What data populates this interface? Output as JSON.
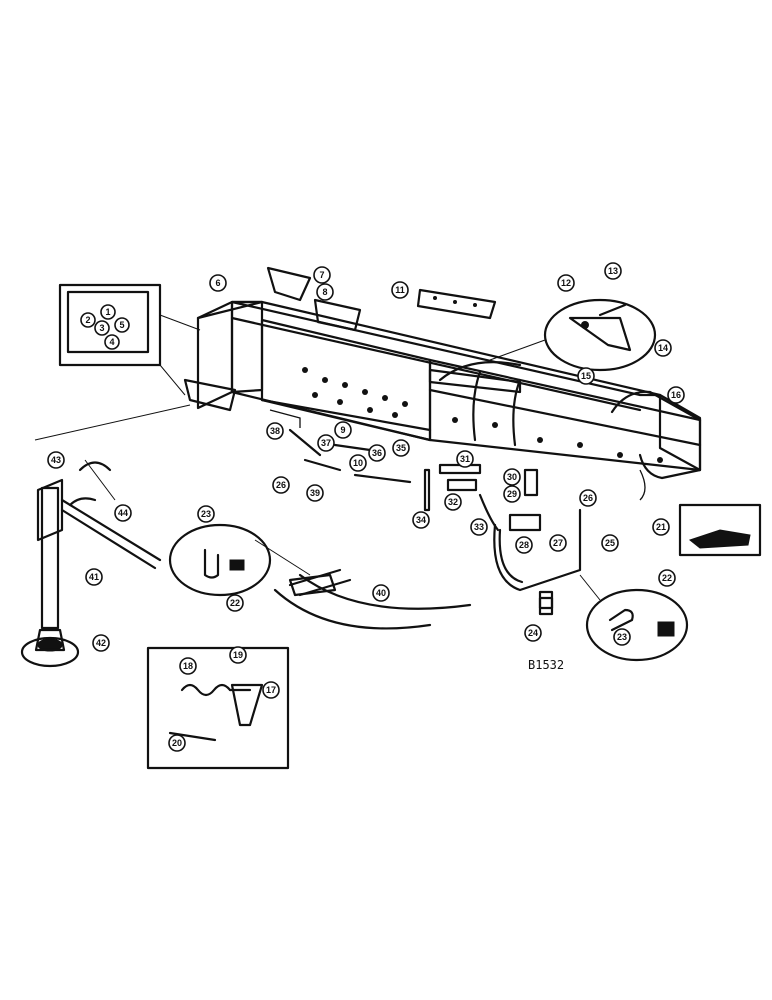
{
  "figure": {
    "code": "B1532",
    "callouts": [
      "1",
      "2",
      "3",
      "4",
      "5",
      "6",
      "7",
      "8",
      "9",
      "10",
      "11",
      "12",
      "13",
      "14",
      "15",
      "16",
      "17",
      "18",
      "19",
      "20",
      "21",
      "22",
      "23",
      "24",
      "25",
      "26",
      "27",
      "28",
      "29",
      "30",
      "31",
      "32",
      "33",
      "34",
      "35",
      "36",
      "37",
      "38",
      "39",
      "40",
      "41",
      "42",
      "43",
      "44"
    ]
  }
}
